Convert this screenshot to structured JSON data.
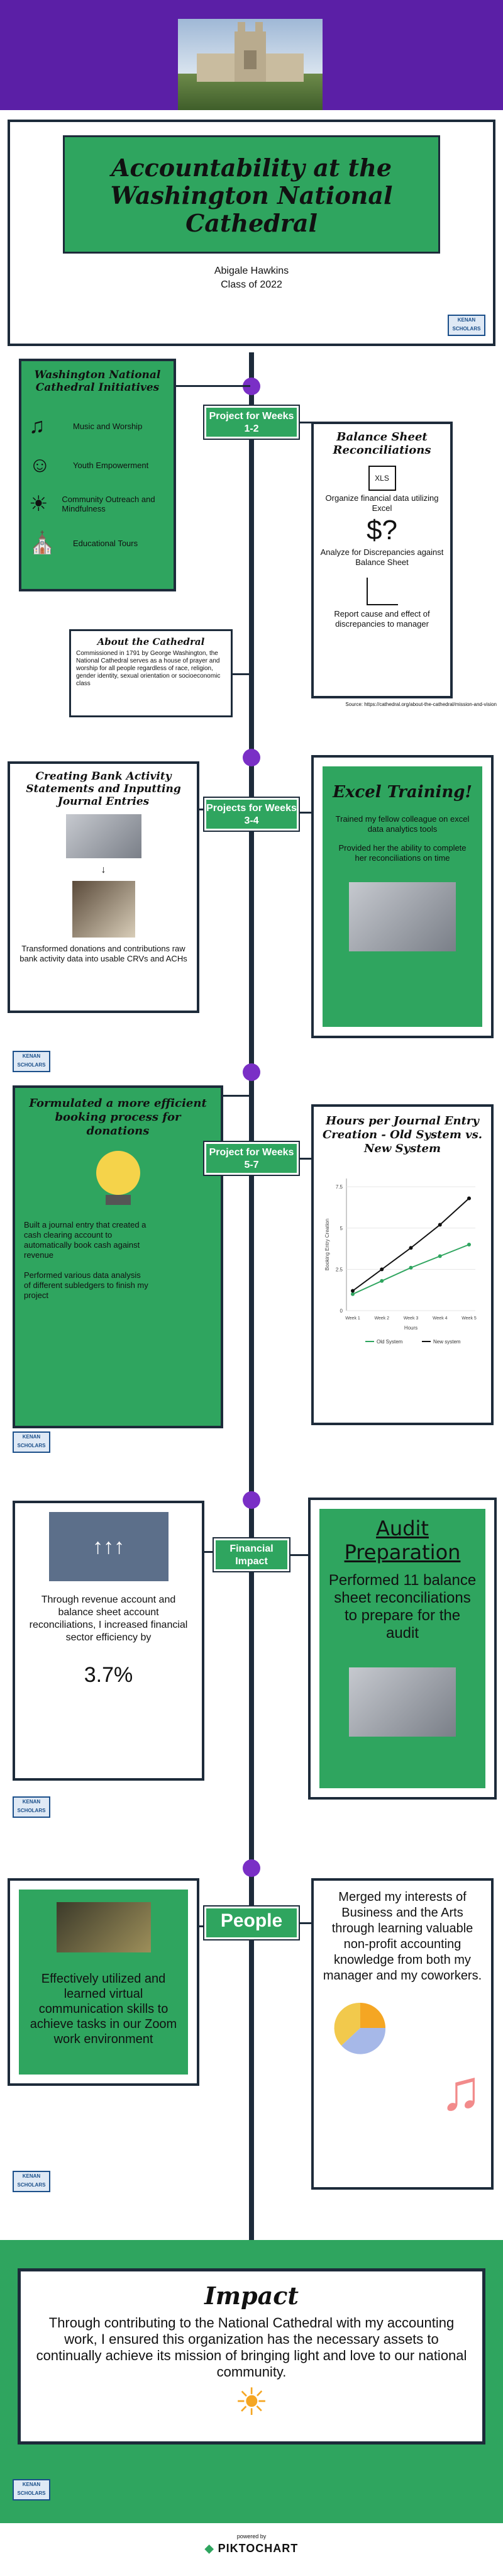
{
  "hero": {
    "title": "Accountability at the Washington National Cathedral",
    "author": "Abigale Hawkins",
    "class": "Class of 2022"
  },
  "logo_text": "KENAN SCHOLARS",
  "section1": {
    "tag": "Project for Weeks 1-2",
    "initiatives_title": "Washington National Cathedral Initiatives",
    "initiatives": [
      "Music and Worship",
      "Youth Empowerment",
      "Community Outreach and Mindfulness",
      "Educational Tours"
    ],
    "about_title": "About the Cathedral",
    "about_body": "Commissioned in 1791 by George Washington, the National Cathedral serves as a house of prayer and worship for all people regardless of race, religion, gender identity, sexual orientation or socioeconomic class",
    "bsr_title": "Balance Sheet Reconciliations",
    "bsr_items": [
      "Organize financial data utilizing Excel",
      "Analyze for Discrepancies against Balance Sheet",
      "Report cause and effect of discrepancies to manager"
    ],
    "xls_label": "XLS",
    "source": "Source: https://cathedral.org/about-the-cathedral/mission-and-vision"
  },
  "section2": {
    "tag": "Projects for Weeks 3-4",
    "left_title": "Creating Bank Activity Statements and Inputting Journal Entries",
    "left_body": "Transformed donations and contributions raw bank activity data into usable CRVs and ACHs",
    "right_title": "Excel Training!",
    "right_body1": "Trained my fellow colleague on excel data analytics tools",
    "right_body2": "Provided her the ability to complete her reconciliations on time"
  },
  "section3": {
    "tag": "Project for Weeks 5-7",
    "left_title": "Formulated a more efficient booking process for donations",
    "left_body1": "Built a journal entry that created a cash clearing account to automatically book cash against revenue",
    "left_body2": "Performed various data analysis of different subledgers to finish my project",
    "chart_title": "Hours per Journal Entry Creation - Old System vs. New System"
  },
  "chart_data": {
    "type": "line",
    "title": "Hours per Journal Entry Creation - Old System vs. New System",
    "xlabel": "Hours",
    "ylabel": "Booking Entry Creation",
    "categories": [
      "Week 1",
      "Week 2",
      "Week 3",
      "Week 4",
      "Week 5"
    ],
    "ylim": [
      0,
      8
    ],
    "ytick_labels": [
      "0",
      "2.5",
      "5",
      "7.5"
    ],
    "series": [
      {
        "name": "Old System",
        "values": [
          1.0,
          1.8,
          2.6,
          3.3,
          4.0
        ],
        "color": "#2fa55f"
      },
      {
        "name": "New system",
        "values": [
          1.2,
          2.5,
          3.8,
          5.2,
          6.8
        ],
        "color": "#111111"
      }
    ],
    "legend": "bottom"
  },
  "section4": {
    "tag": "Financial Impact",
    "left_body": "Through revenue account and balance sheet account reconciliations, I increased financial sector efficiency by",
    "left_value": "3.7%",
    "right_title": "Audit Preparation",
    "right_body": "Performed 11 balance sheet reconciliations to prepare for the audit"
  },
  "section5": {
    "tag": "People",
    "left_body": "Effectively utilized and learned virtual communication skills to achieve tasks in our Zoom work environment",
    "right_body": "Merged my interests of Business and the Arts through learning valuable non-profit accounting knowledge from both my manager and my coworkers."
  },
  "impact": {
    "title": "Impact",
    "body": "Through contributing to the National Cathedral with my accounting work, I ensured this organization has the necessary assets to continually achieve its mission of bringing light and love to our national community."
  },
  "footer": {
    "powered": "powered by",
    "brand": "PIKTOCHART"
  },
  "colors": {
    "purple": "#5b1fa6",
    "green": "#2fa55f",
    "navy": "#1d2b3a"
  }
}
